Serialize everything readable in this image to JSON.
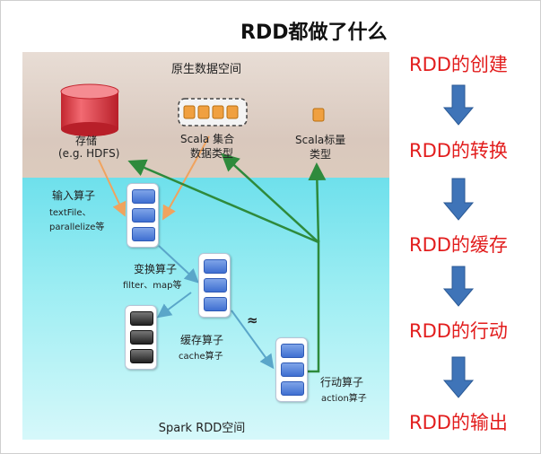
{
  "title": "RDD都做了什么",
  "diagram": {
    "native_space": "原生数据空间",
    "storage": {
      "name": "存储",
      "example": "(e.g. HDFS)"
    },
    "scala_collection": {
      "line1": "Scala 集合",
      "line2": "数据类型"
    },
    "scala_scalar": {
      "line1": "Scala标量",
      "line2": "类型"
    },
    "input_op": {
      "name": "输入算子",
      "line1": "textFile、",
      "line2": "parallelize等"
    },
    "transform_op": {
      "name": "变换算子",
      "detail": "filter、map等"
    },
    "cache_op": {
      "name": "缓存算子",
      "detail": "cache算子"
    },
    "action_op": {
      "name": "行动算子",
      "detail": "action算子"
    },
    "approx_symbol": "≈",
    "spark_space": "Spark RDD空间"
  },
  "stages": [
    "RDD的创建",
    "RDD的转换",
    "RDD的缓存",
    "RDD的行动",
    "RDD的输出"
  ],
  "colors": {
    "stage_text": "#e21d1d",
    "stage_arrow": "#3f74b8",
    "input_arrow": "#f0a35e",
    "flow_arrow": "#5aa6c9",
    "output_arrow": "#2e8a3c",
    "cylinder": "#e8434f"
  }
}
